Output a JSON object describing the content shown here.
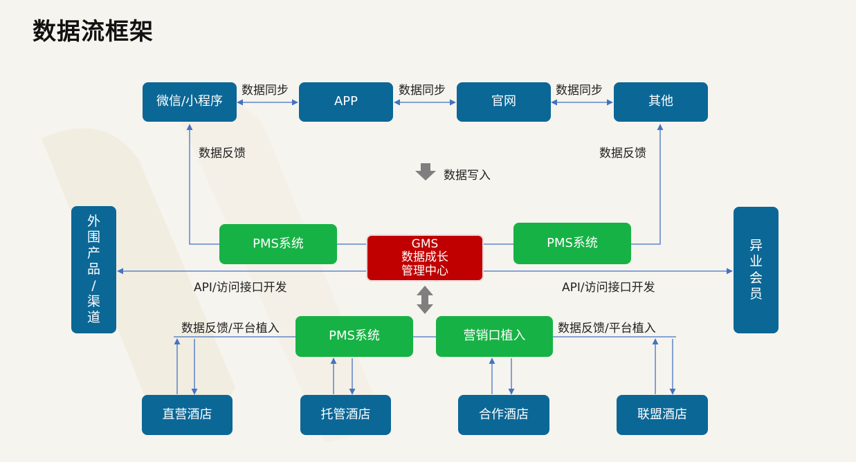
{
  "title": "数据流框架",
  "top_row": [
    "微信/小程序",
    "APP",
    "官网",
    "其他"
  ],
  "sync_label": "数据同步",
  "feedback_label": "数据反馈",
  "write_label": "数据写入",
  "side_left": [
    "外",
    "围",
    "产",
    "品",
    "/",
    "渠",
    "道"
  ],
  "side_right": [
    "异",
    "业",
    "会",
    "员"
  ],
  "pms_label": "PMS系统",
  "center": {
    "line1": "GMS",
    "line2": "数据成长",
    "line3": "管理中心"
  },
  "api_label": "API/访问接口开发",
  "marketing_label": "营销口植入",
  "bottom_feedback_label": "数据反馈/平台植入",
  "hotels": [
    "直营酒店",
    "托管酒店",
    "合作酒店",
    "联盟酒店"
  ],
  "colors": {
    "blue": "#0b6796",
    "green": "#17b245",
    "red": "#c00000",
    "line": "#4472c4",
    "arrow_gray": "#7f7f7f"
  }
}
